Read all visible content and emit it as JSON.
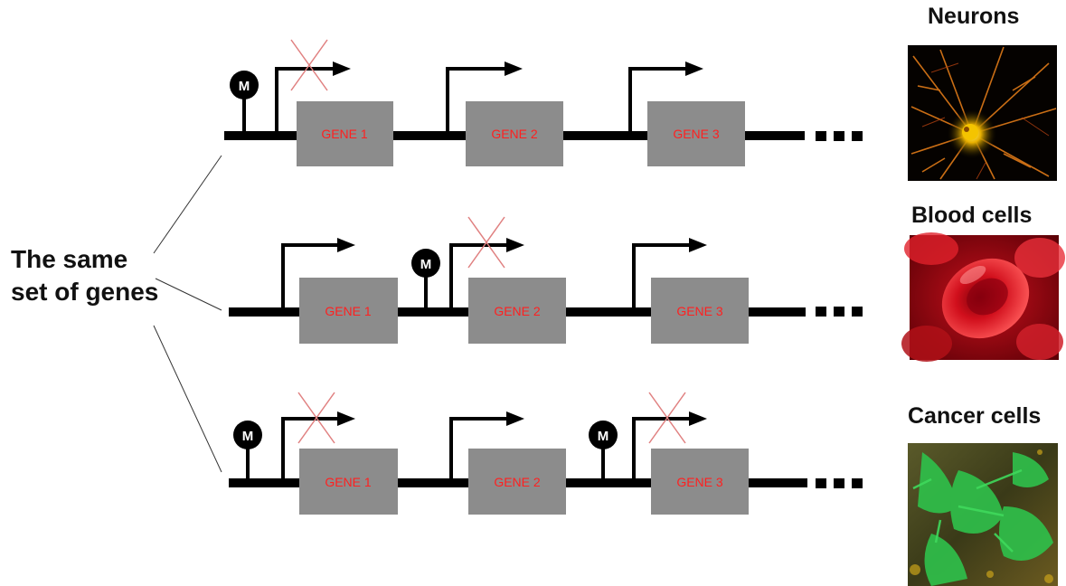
{
  "left_label": {
    "line1": "The same",
    "line2": "set of genes"
  },
  "gene_labels": [
    "GENE 1",
    "GENE 2",
    "GENE 3"
  ],
  "methyl_label": "M",
  "rows": [
    {
      "cell_type": "Neurons",
      "methylated_gene": [
        1
      ],
      "blocked_promoters": [
        1
      ]
    },
    {
      "cell_type": "Blood cells",
      "methylated_gene": [
        2
      ],
      "blocked_promoters": [
        2
      ]
    },
    {
      "cell_type": "Cancer cells",
      "methylated_gene": [
        1,
        3
      ],
      "blocked_promoters": [
        1,
        3
      ]
    }
  ],
  "colors": {
    "line": "#000000",
    "gene_box": "#8c8c8c",
    "gene_text": "#ff2020",
    "cross": "#e08080"
  }
}
